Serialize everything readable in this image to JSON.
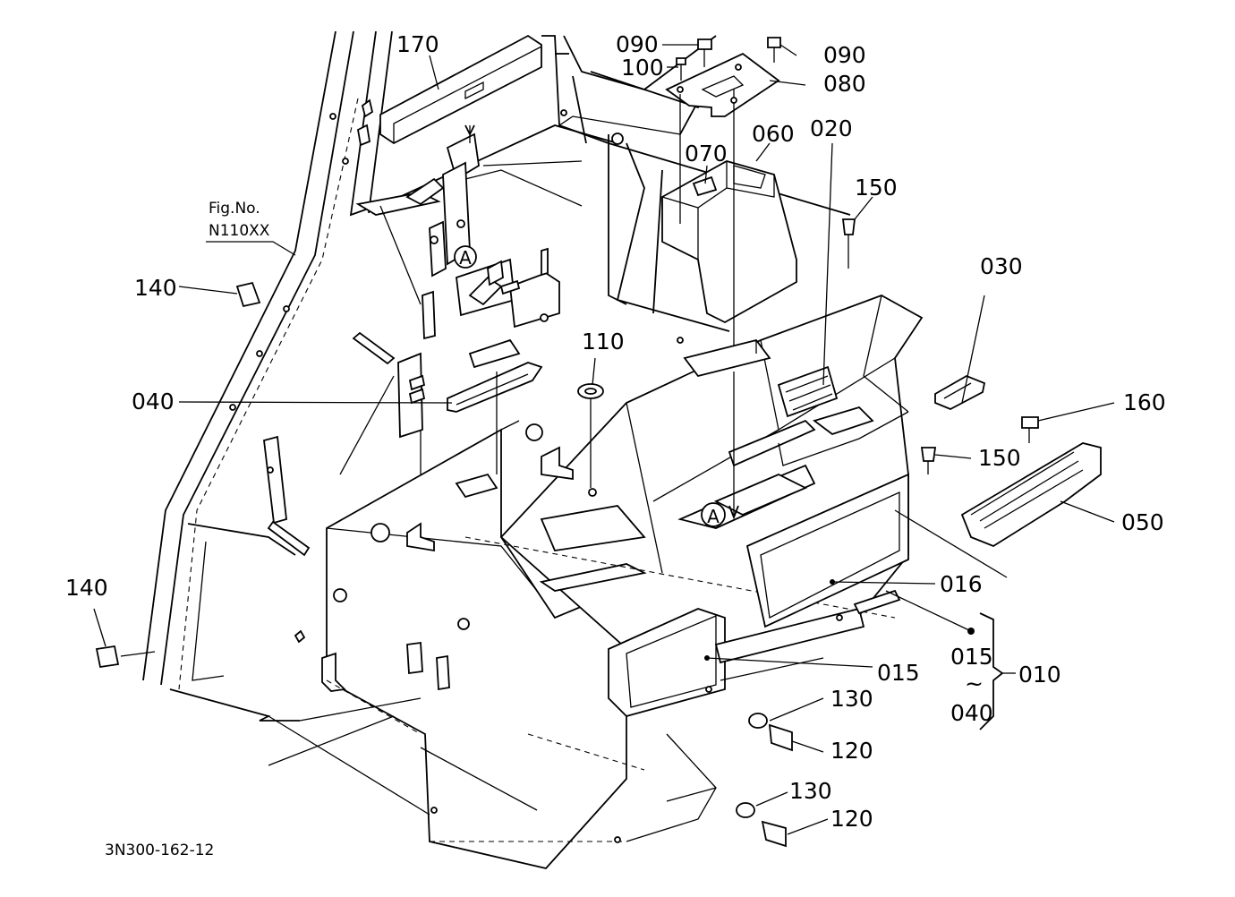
{
  "figure": {
    "fig_no_title": "Fig.No.",
    "fig_no_value": "N110XX",
    "drawing_code": "3N300-162-12",
    "assembly_range_from": "015",
    "assembly_range_tilde": "~",
    "assembly_range_to": "040",
    "assembly_code": "010",
    "reference_mark": "A"
  },
  "callouts": [
    {
      "id": "c170",
      "text": "170"
    },
    {
      "id": "c090a",
      "text": "090"
    },
    {
      "id": "c090b",
      "text": "090"
    },
    {
      "id": "c100",
      "text": "100"
    },
    {
      "id": "c080",
      "text": "080"
    },
    {
      "id": "c060",
      "text": "060"
    },
    {
      "id": "c020",
      "text": "020"
    },
    {
      "id": "c070",
      "text": "070"
    },
    {
      "id": "c150a",
      "text": "150"
    },
    {
      "id": "c140a",
      "text": "140"
    },
    {
      "id": "c030",
      "text": "030"
    },
    {
      "id": "c110",
      "text": "110"
    },
    {
      "id": "c040",
      "text": "040"
    },
    {
      "id": "c160",
      "text": "160"
    },
    {
      "id": "c150b",
      "text": "150"
    },
    {
      "id": "c050",
      "text": "050"
    },
    {
      "id": "c016",
      "text": "016"
    },
    {
      "id": "c140b",
      "text": "140"
    },
    {
      "id": "c015",
      "text": "015"
    },
    {
      "id": "c130a",
      "text": "130"
    },
    {
      "id": "c120a",
      "text": "120"
    },
    {
      "id": "c130b",
      "text": "130"
    },
    {
      "id": "c120b",
      "text": "120"
    }
  ]
}
